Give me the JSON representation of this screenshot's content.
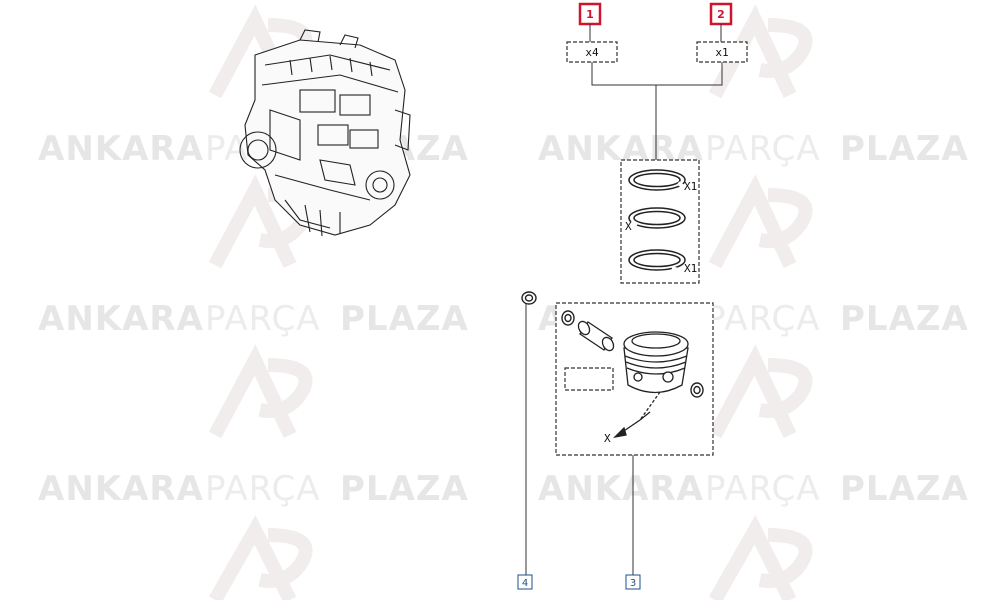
{
  "watermark": {
    "word1": "ANKARA",
    "word2": "PARÇA",
    "word3": "PLAZA",
    "colors": {
      "bold": "#e6e6e6",
      "light": "#ececec",
      "logo": "#f2f2f2"
    }
  },
  "callouts": [
    {
      "number": "1",
      "quantity": "x4",
      "style": "red"
    },
    {
      "number": "2",
      "quantity": "x1",
      "style": "red"
    },
    {
      "number": "4",
      "style": "blue"
    },
    {
      "number": "3",
      "style": "blue"
    }
  ],
  "ring_marks": [
    "X1",
    "X",
    "X1"
  ],
  "piston_mark": "X",
  "colors": {
    "red_callout": "#d0142c",
    "blue_callout": "#1f4f8f",
    "line": "#333333"
  }
}
